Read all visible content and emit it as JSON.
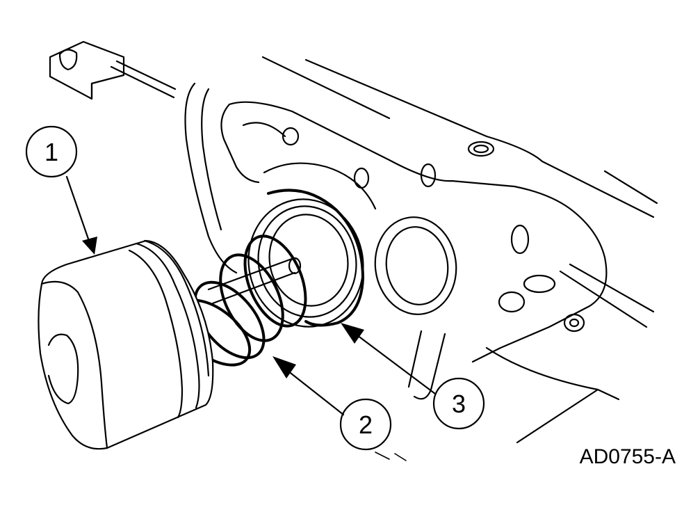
{
  "figure": {
    "reference_code": "AD0755-A",
    "callouts": [
      {
        "id": "1",
        "label": "1"
      },
      {
        "id": "2",
        "label": "2"
      },
      {
        "id": "3",
        "label": "3"
      }
    ]
  }
}
